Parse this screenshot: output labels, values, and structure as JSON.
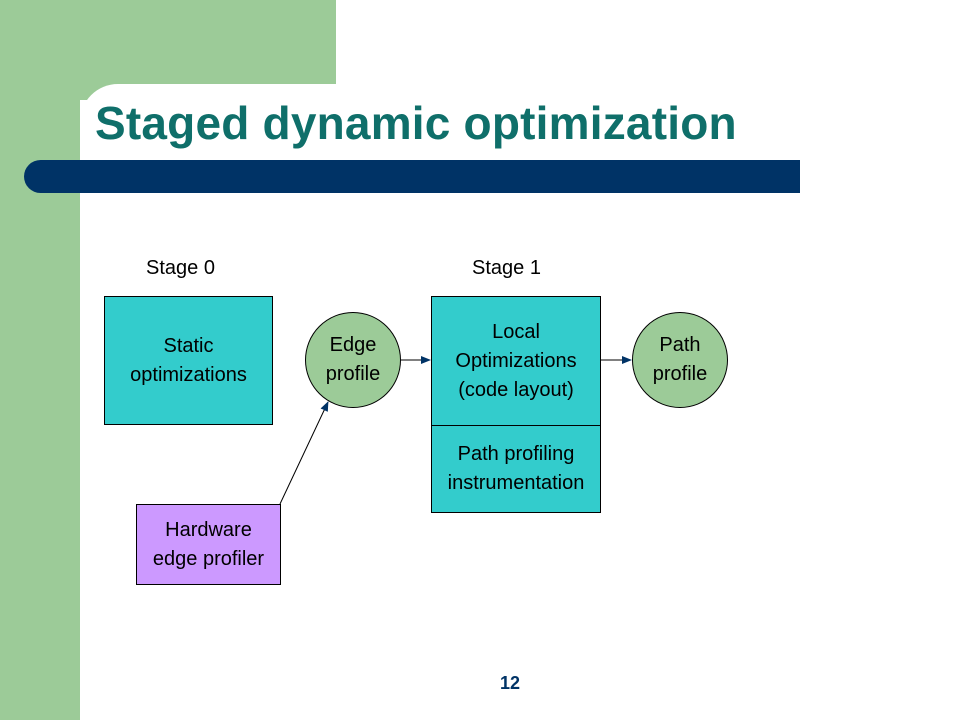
{
  "slide": {
    "title": "Staged dynamic optimization",
    "page_number": "12"
  },
  "diagram": {
    "stages": [
      "Stage 0",
      "Stage 1"
    ],
    "nodes": {
      "static_optimizations": "Static\noptimizations",
      "edge_profile": "Edge\nprofile",
      "local_optimizations": "Local\nOptimizations\n(code layout)",
      "path_profiling_instrumentation": "Path profiling\ninstrumentation",
      "path_profile": "Path\nprofile",
      "hardware_edge_profiler": "Hardware\nedge profiler"
    },
    "edges": [
      {
        "from": "hardware_edge_profiler",
        "to": "edge_profile"
      },
      {
        "from": "edge_profile",
        "to": "local_optimizations"
      },
      {
        "from": "local_optimizations",
        "to": "path_profile"
      }
    ],
    "colors": {
      "background_green": "#9ccb98",
      "title_teal": "#0f6f6a",
      "bar_navy": "#003366",
      "box_teal": "#33cccc",
      "box_purple": "#cc99ff"
    }
  }
}
